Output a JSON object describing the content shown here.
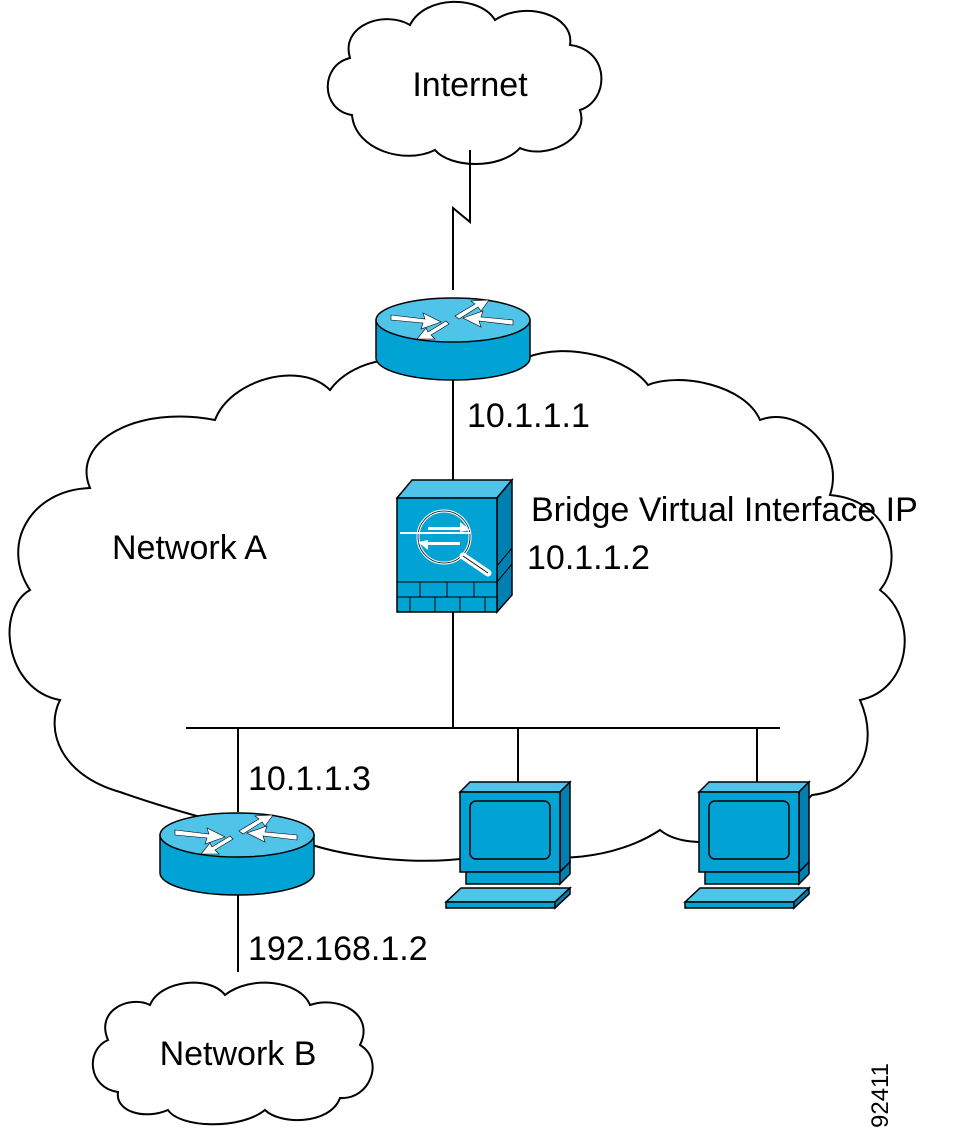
{
  "labels": {
    "internet": "Internet",
    "network_a": "Network A",
    "network_b": "Network B",
    "router_top_ip": "10.1.1.1",
    "bvi_title": "Bridge Virtual Interface IP",
    "bvi_ip": "10.1.1.2",
    "router_bottom_inside_ip": "10.1.1.3",
    "router_bottom_outside_ip": "192.168.1.2",
    "figure_number": "92411"
  },
  "colors": {
    "device_fill": "#00a3d4",
    "device_dark": "#0080b0",
    "device_light": "#4fc3e8",
    "line": "#000000"
  },
  "icons": [
    "router-icon",
    "firewall-icon",
    "workstation-icon",
    "cloud-icon"
  ]
}
